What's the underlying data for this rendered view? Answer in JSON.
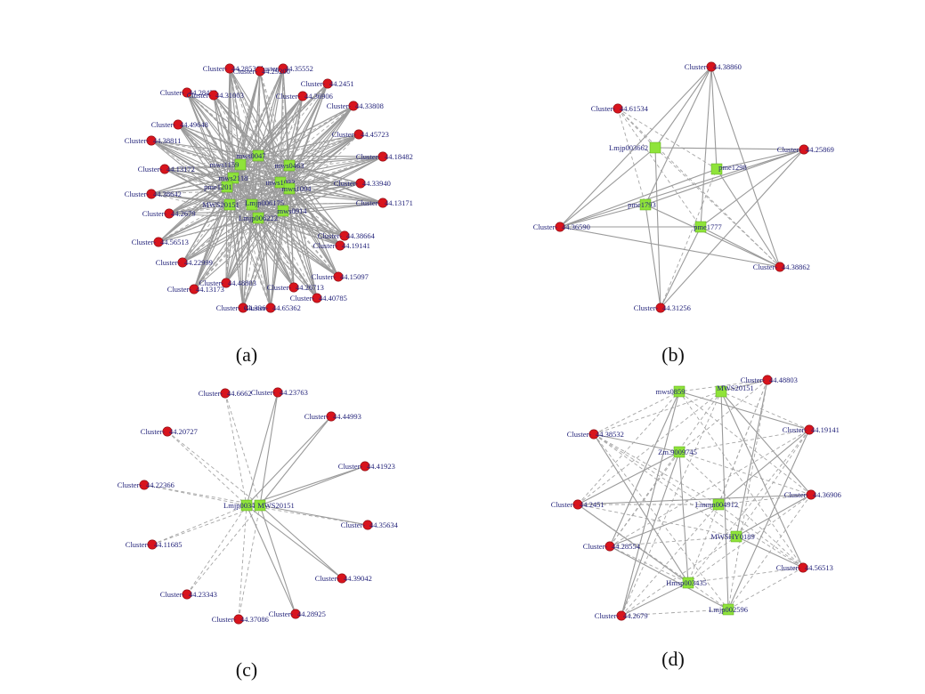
{
  "panels": {
    "a": {
      "label": "(a)",
      "hubs": [
        "mws0047",
        "mws1159",
        "mws0463",
        "mws2118",
        "mws1033",
        "pme1201",
        "mws1094",
        "MWS20151",
        "Lmjp006175",
        "mws0914",
        "Lmjp006222"
      ],
      "clusters": [
        "Cluster-2944.28536",
        "Cluster-2944.35552",
        "Cluster-2944.29200",
        "Cluster-2944.2451",
        "Cluster-2944.28422",
        "Cluster-2944.31003",
        "Cluster-2944.36906",
        "Cluster-2944.33808",
        "Cluster-2944.49648",
        "Cluster-2944.45723",
        "Cluster-2944.38811",
        "Cluster-2944.18482",
        "Cluster-2944.13172",
        "Cluster-2944.33940",
        "Cluster-2944.38642",
        "Cluster-2944.13171",
        "Cluster-2944.2679",
        "Cluster-2944.38664",
        "Cluster-2944.56513",
        "Cluster-2944.19141",
        "Cluster-2944.22999",
        "Cluster-2944.15097",
        "Cluster-2944.13173",
        "Cluster-2944.48803",
        "Cluster-2944.26713",
        "Cluster-2944.40785",
        "Cluster-2944.33661",
        "Cluster-2944.65362"
      ]
    },
    "b": {
      "label": "(b)",
      "hubs": [
        "Lmjp003662",
        "pme1298",
        "pme1793",
        "pme1777"
      ],
      "clusters": [
        "Cluster-2944.38860",
        "Cluster-2944.61534",
        "Cluster-2944.25869",
        "Cluster-2944.36590",
        "Cluster-2944.38862",
        "Cluster-2944.31256"
      ]
    },
    "c": {
      "label": "(c)",
      "hubs": [
        "Lmjp003491",
        "MWS20151"
      ],
      "clusters": [
        "Cluster-2944.6662",
        "Cluster-2944.23763",
        "Cluster-2944.44993",
        "Cluster-2944.20727",
        "Cluster-2944.41923",
        "Cluster-2944.22366",
        "Cluster-2944.35634",
        "Cluster-2944.11685",
        "Cluster-2944.39042",
        "Cluster-2944.23343",
        "Cluster-2944.37086",
        "Cluster-2944.28925"
      ]
    },
    "d": {
      "label": "(d)",
      "hubs": [
        "mws0859",
        "MWS20151",
        "Zm.9009745",
        "Lmmn004912",
        "MWSHY0189",
        "Hmsp003435",
        "Lmjp002596"
      ],
      "clusters": [
        "Cluster-2944.48803",
        "Cluster-2944.38532",
        "Cluster-2944.19141",
        "Cluster-2944.36906",
        "Cluster-2944.2451",
        "Cluster-2944.28554",
        "Cluster-2944.56513",
        "Cluster-2944.2679"
      ]
    }
  },
  "colors": {
    "hub": "#8fe33a",
    "cluster": "#d8141d",
    "edge": "#9a9a9a",
    "text": "#23237a"
  }
}
